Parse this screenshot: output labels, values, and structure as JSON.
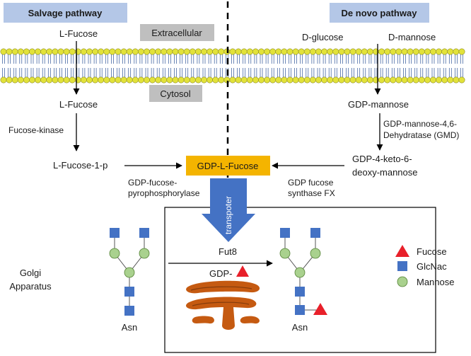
{
  "header": {
    "salvage_title": "Salvage pathway",
    "denovo_title": "De novo pathway"
  },
  "regions": {
    "extracellular": "Extracellular",
    "cytosol": "Cytosol",
    "golgi_line1": "Golgi",
    "golgi_line2": "Apparatus"
  },
  "salvage": {
    "l_fucose_top": "L-Fucose",
    "l_fucose_cyto": "L-Fucose",
    "kinase": "Fucose-kinase",
    "fucose_1p": "L-Fucose-1-p",
    "pyrophos_line1": "GDP-fucose-",
    "pyrophos_line2": "pyrophosphorylase"
  },
  "denovo": {
    "d_glucose": "D-glucose",
    "d_mannose": "D-mannose",
    "gdp_mannose": "GDP-mannose",
    "gmd_line1": "GDP-mannose-4,6-",
    "gmd_line2": "Dehydratase (GMD)",
    "keto_line1": "GDP-4-keto-6-",
    "keto_line2": "deoxy-mannose",
    "fx_line1": "GDP fucose",
    "fx_line2": "synthase FX"
  },
  "center": {
    "gdp_l_fucose": "GDP-L-Fucose",
    "transporter": "transpoter"
  },
  "golgi": {
    "fut8": "Fut8",
    "gdp_prefix": "GDP-",
    "asn_left": "Asn",
    "asn_right": "Asn"
  },
  "legend": {
    "fucose": "Fucose",
    "glcnac": "GlcNac",
    "mannose": "Mannose"
  },
  "colors": {
    "header_box": "#b4c7e7",
    "region_box": "#bfbfbf",
    "gdp_box": "#f4b400",
    "transporter": "#4472c4",
    "glcnac": "#4472c4",
    "mannose": "#a9d18e",
    "fucose": "#e8202a",
    "golgi": "#c55a11"
  }
}
